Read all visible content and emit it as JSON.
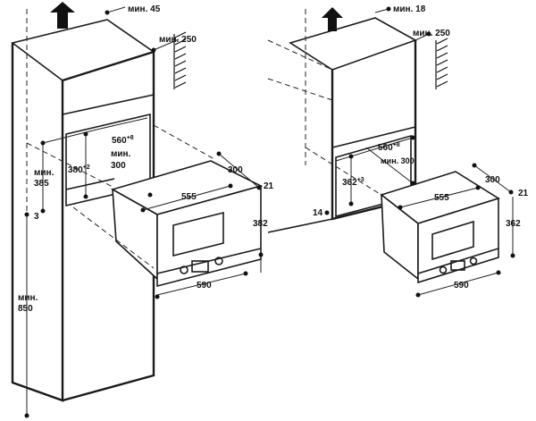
{
  "left_unit": {
    "top_clearance": "мин. 45",
    "wall_clearance": "мин. 250",
    "niche_width": "560",
    "niche_width_tol": "+8",
    "niche_depth_min": "мин.",
    "niche_depth": "300",
    "niche_height": "380",
    "niche_height_tol": "+2",
    "cabinet_height_min": "мин.",
    "cabinet_height": "385",
    "gap": "3",
    "appliance_depth": "300",
    "front_thickness": "21",
    "body_width": "555",
    "height": "382",
    "front_width": "590",
    "floor_height_min": "мин.",
    "floor_height": "850"
  },
  "right_unit": {
    "top_clearance": "мин. 18",
    "wall_clearance": "мин. 250",
    "niche_width": "560",
    "niche_width_tol": "+8",
    "niche_depth": "мин. 300",
    "niche_height": "362",
    "niche_height_tol": "+3",
    "gap": "14",
    "appliance_depth": "300",
    "front_thickness": "21",
    "body_width": "555",
    "height": "362",
    "front_width": "590"
  }
}
